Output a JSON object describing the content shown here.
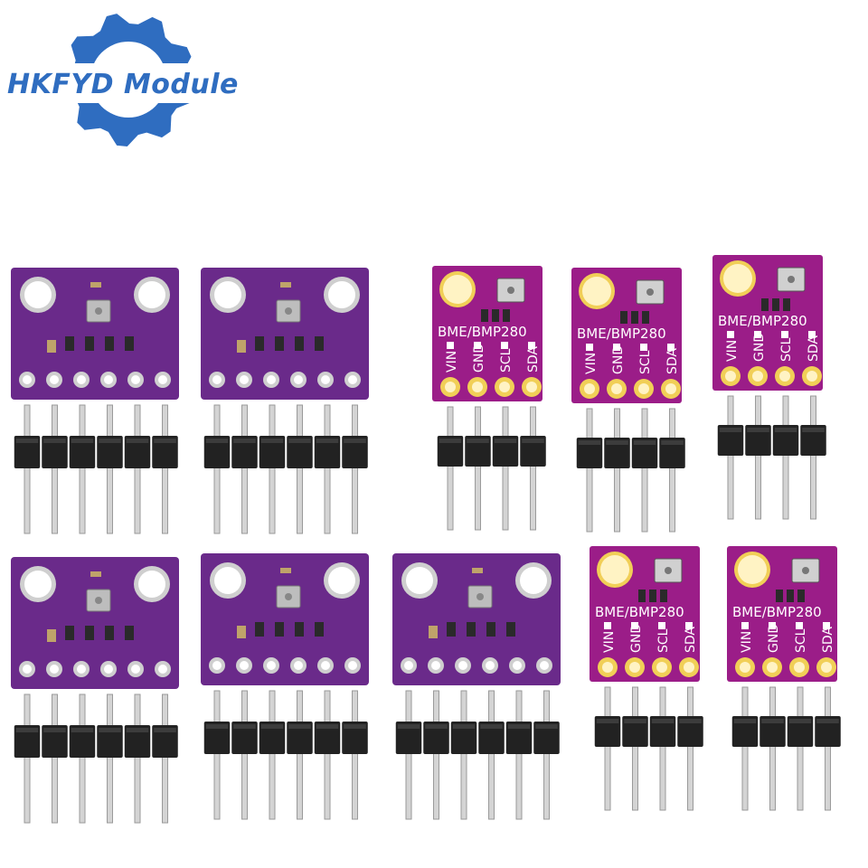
{
  "brand": {
    "name": "HKFYD Module",
    "color": "#2f6dc0"
  },
  "product": {
    "large_board_count": 5,
    "small_board_count": 5,
    "large_board_pin_count": 6,
    "small_board_pin_count": 4,
    "small_board_title": "BME/BMP280",
    "small_board_pins": [
      "VIN",
      "GND",
      "SCL",
      "SDA"
    ],
    "colors": {
      "large_pcb": "#6a2a8a",
      "small_pcb": "#9b1d88",
      "header_plastic": "#222222",
      "pin_metal": "#d4d4d4",
      "pad_gold": "#f1cf57"
    }
  }
}
